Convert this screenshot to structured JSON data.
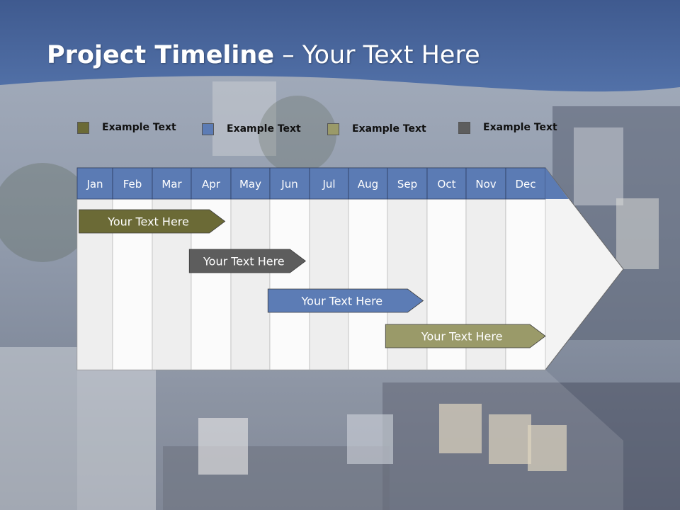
{
  "slide": {
    "title_bold": "Project Timeline",
    "title_rest": " – Your Text Here"
  },
  "legend": [
    {
      "label": "Example Text",
      "color": "#6b6a36"
    },
    {
      "label": "Example Text",
      "color": "#5c7cb5"
    },
    {
      "label": "Example Text",
      "color": "#9a9a69"
    },
    {
      "label": "Example Text",
      "color": "#5d5d5d"
    }
  ],
  "timeline": {
    "months": [
      "Jan",
      "Feb",
      "Mar",
      "Apr",
      "May",
      "Jun",
      "Jul",
      "Aug",
      "Sep",
      "Oct",
      "Nov",
      "Dec"
    ],
    "header_color": "#5b7bb4",
    "tasks": [
      {
        "label": "Your  Text Here",
        "start_month": 0.05,
        "end_month": 3.85,
        "color": "#6b6a36"
      },
      {
        "label": "Your  Text Here",
        "start_month": 2.95,
        "end_month": 5.9,
        "color": "#5d5d5d"
      },
      {
        "label": "Your  Text Here",
        "start_month": 4.95,
        "end_month": 8.9,
        "color": "#5c7cb5"
      },
      {
        "label": "Your  Text Here",
        "start_month": 7.95,
        "end_month": 12.0,
        "color": "#9a9a69"
      }
    ]
  }
}
